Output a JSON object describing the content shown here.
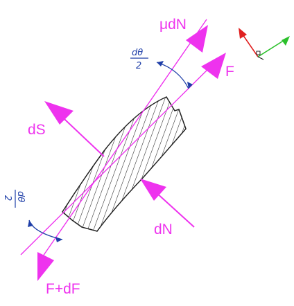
{
  "diagram": {
    "force_labels": {
      "mu_dN": "μdN",
      "F": "F",
      "dS": "dS",
      "dN": "dN",
      "F_plus_dF": "F+dF"
    },
    "angle_labels": {
      "top": {
        "numerator": "dθ",
        "denominator": "2"
      },
      "bottom": {
        "numerator": "dθ",
        "denominator": "2"
      }
    },
    "colors": {
      "force": "#ee33ee",
      "angle": "#1f3fa8",
      "body_outline": "#222222",
      "axis_red": "#e02020",
      "axis_green": "#2bc02b"
    }
  }
}
